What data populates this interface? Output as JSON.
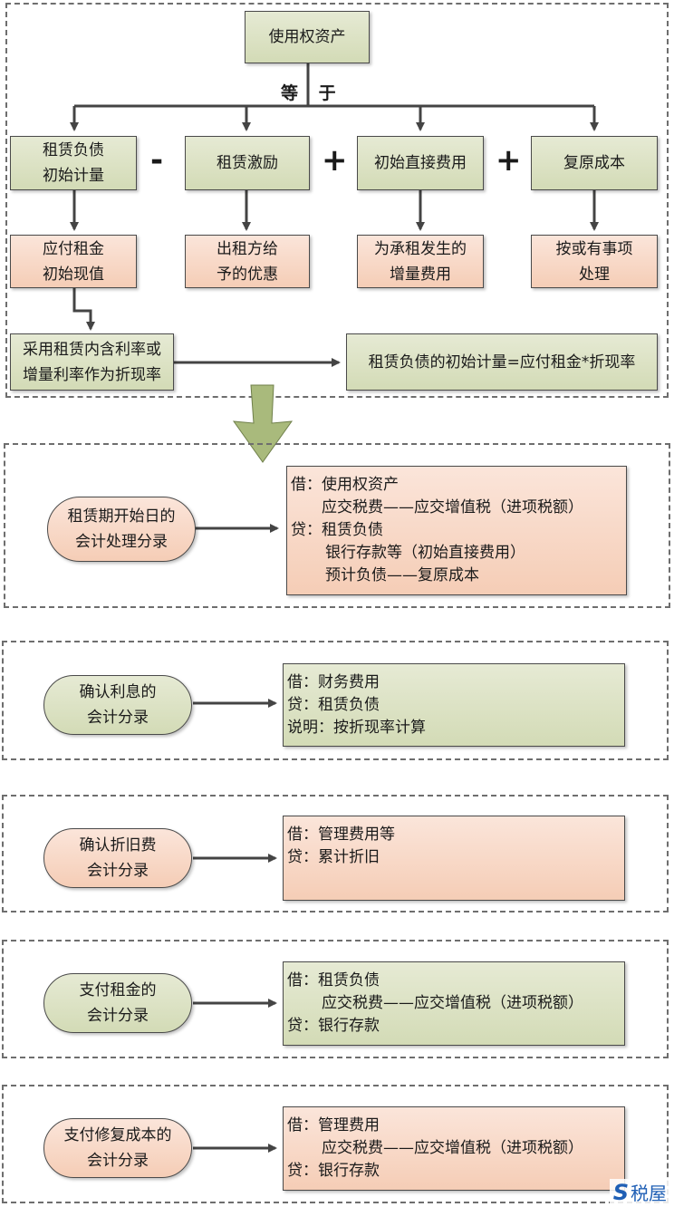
{
  "top_section": {
    "root": "使用权资产",
    "equals_label": "等 于",
    "components": [
      {
        "label": "租赁负债\n初始计量",
        "detail": "应付租金\n初始现值"
      },
      {
        "label": "租赁激励",
        "detail": "出租方给\n予的优惠"
      },
      {
        "label": "初始直接费用",
        "detail": "为承租发生的\n增量费用"
      },
      {
        "label": "复原成本",
        "detail": "按或有事项\n处理"
      }
    ],
    "operators": [
      "-",
      "+",
      "+"
    ],
    "discount_rate": "采用租赁内含利率或\n增量利率作为折现率",
    "formula": "租赁负债的初始计量=应付租金*折现率"
  },
  "entries": [
    {
      "title": "租赁期开始日的\n会计处理分录",
      "color": "peach",
      "lines": [
        {
          "text": "借：使用权资产",
          "indent": false
        },
        {
          "text": "应交税费——应交增值税（进项税额）",
          "indent": true
        },
        {
          "text": "贷：租赁负债",
          "indent": false
        },
        {
          "text": "银行存款等（初始直接费用）",
          "indent": true
        },
        {
          "text": "预计负债——复原成本",
          "indent": true
        }
      ]
    },
    {
      "title": "确认利息的\n会计分录",
      "color": "green",
      "lines": [
        {
          "text": "借：财务费用",
          "indent": false
        },
        {
          "text": "贷：租赁负债",
          "indent": false
        },
        {
          "text": "说明：按折现率计算",
          "indent": false
        }
      ]
    },
    {
      "title": "确认折旧费\n会计分录",
      "color": "peach",
      "lines": [
        {
          "text": "借：管理费用等",
          "indent": false
        },
        {
          "text": "贷：累计折旧",
          "indent": false
        }
      ]
    },
    {
      "title": "支付租金的\n会计分录",
      "color": "green",
      "lines": [
        {
          "text": "借：租赁负债",
          "indent": false
        },
        {
          "text": "应交税费——应交增值税（进项税额）",
          "indent": true
        },
        {
          "text": "贷：银行存款",
          "indent": false
        }
      ]
    },
    {
      "title": "支付修复成本的\n会计分录",
      "color": "peach",
      "lines": [
        {
          "text": "借：管理费用",
          "indent": false
        },
        {
          "text": "应交税费——应交增值税（进项税额）",
          "indent": true
        },
        {
          "text": "贷：银行存款",
          "indent": false
        }
      ]
    }
  ],
  "watermark": {
    "mark": "S",
    "text": "税屋"
  },
  "colors": {
    "green": "#d8dfc0",
    "peach": "#f8d8c6",
    "arrow_green": "#a9ba7c",
    "line": "#444444"
  }
}
